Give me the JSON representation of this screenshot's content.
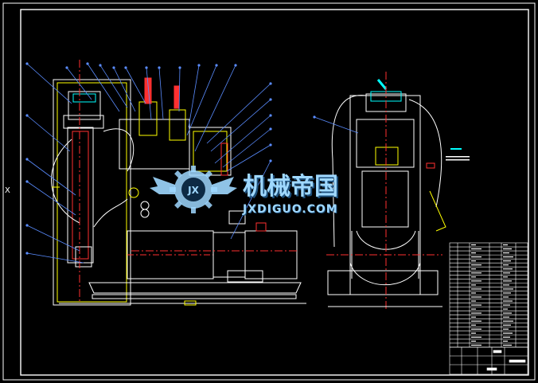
{
  "drawing": {
    "background": "#000000",
    "line_colors": {
      "outline": "#ffffff",
      "yellow": "#ffff00",
      "cyan": "#00ffff",
      "red": "#ff3030",
      "blue_callout": "#5a8cff",
      "magenta": "#ff00ff",
      "orange": "#ff9900"
    },
    "side_marker": "X"
  },
  "watermark": {
    "name_cn": "机械帝国",
    "url": "JXDIGUO.COM",
    "logo_letters": "JX",
    "color_main": "#9fd8ff",
    "color_shadow": "#1d4f7a"
  }
}
